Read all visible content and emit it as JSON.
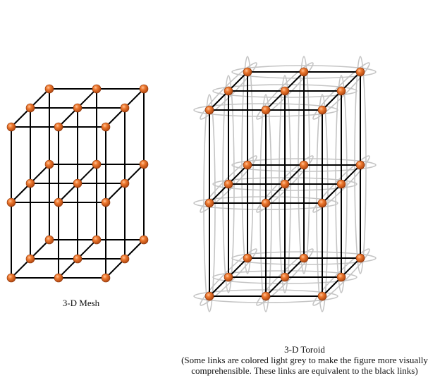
{
  "mesh": {
    "caption": "3-D Mesh",
    "dims": [
      3,
      3,
      3
    ],
    "node_color": "#e8661c",
    "link_color": "#000000"
  },
  "toroid": {
    "caption_title": "3-D Toroid",
    "caption_note_line1": "(Some links are colored light grey to make the figure more visually",
    "caption_note_line2": "comprehensible.  These links are equivalent to the black links)",
    "dims": [
      3,
      3,
      3
    ],
    "node_color": "#e8661c",
    "link_color": "#000000",
    "wrap_link_color": "#c4c4c4"
  }
}
